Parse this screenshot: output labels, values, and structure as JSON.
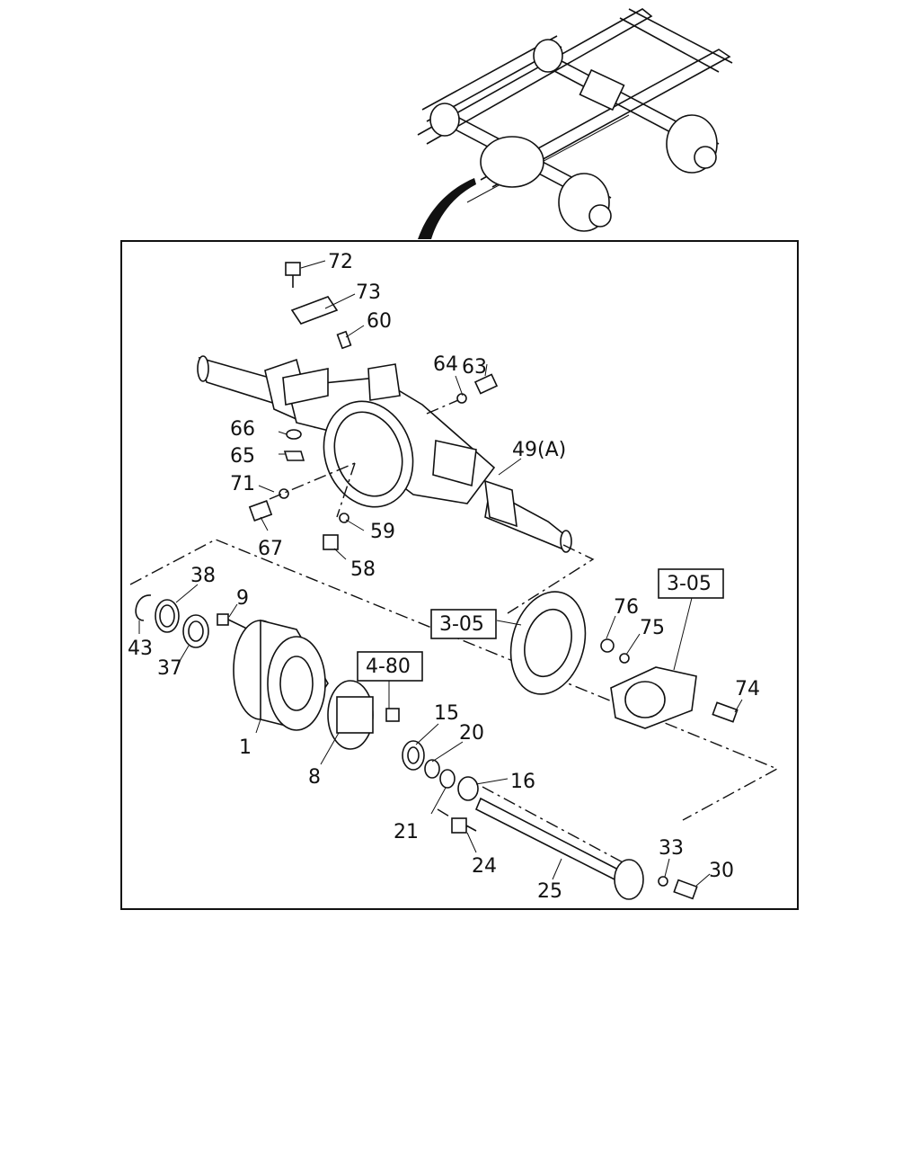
{
  "callouts": [
    {
      "id": "p72",
      "text": "72"
    },
    {
      "id": "p73",
      "text": "73"
    },
    {
      "id": "p60",
      "text": "60"
    },
    {
      "id": "p63",
      "text": "63"
    },
    {
      "id": "p64",
      "text": "64"
    },
    {
      "id": "p66",
      "text": "66"
    },
    {
      "id": "p65",
      "text": "65"
    },
    {
      "id": "p49",
      "text": "49(A)"
    },
    {
      "id": "p71",
      "text": "71"
    },
    {
      "id": "p59",
      "text": "59"
    },
    {
      "id": "p67",
      "text": "67"
    },
    {
      "id": "p58",
      "text": "58"
    },
    {
      "id": "p38",
      "text": "38"
    },
    {
      "id": "p9",
      "text": "9"
    },
    {
      "id": "p43",
      "text": "43"
    },
    {
      "id": "p37",
      "text": "37"
    },
    {
      "id": "p76",
      "text": "76"
    },
    {
      "id": "p75",
      "text": "75"
    },
    {
      "id": "p74",
      "text": "74"
    },
    {
      "id": "p15",
      "text": "15"
    },
    {
      "id": "p20",
      "text": "20"
    },
    {
      "id": "p1",
      "text": "1"
    },
    {
      "id": "p8",
      "text": "8"
    },
    {
      "id": "p16",
      "text": "16"
    },
    {
      "id": "p21",
      "text": "21"
    },
    {
      "id": "p24",
      "text": "24"
    },
    {
      "id": "p33",
      "text": "33"
    },
    {
      "id": "p30",
      "text": "30"
    },
    {
      "id": "p25",
      "text": "25"
    }
  ],
  "references": [
    {
      "id": "r305a",
      "text": "3-05"
    },
    {
      "id": "r305b",
      "text": "3-05"
    },
    {
      "id": "r480",
      "text": "4-80"
    }
  ]
}
